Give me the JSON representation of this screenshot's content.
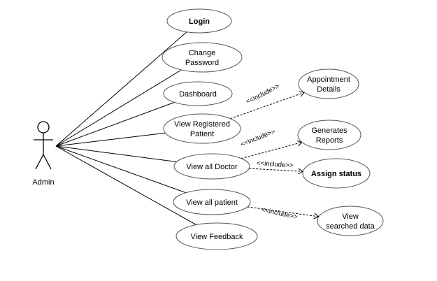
{
  "actor": {
    "label": "Admin"
  },
  "use_cases": [
    {
      "id": "login",
      "lines": [
        "Login"
      ],
      "bold": true
    },
    {
      "id": "change-password",
      "lines": [
        "Change",
        "Password"
      ],
      "bold": false
    },
    {
      "id": "dashboard",
      "lines": [
        "Dashboard"
      ],
      "bold": false
    },
    {
      "id": "view-registered-patient",
      "lines": [
        "View Registered",
        "Patient"
      ],
      "bold": false
    },
    {
      "id": "view-all-doctor",
      "lines": [
        "View all Doctor"
      ],
      "bold": false
    },
    {
      "id": "view-all-patient",
      "lines": [
        "View all patient"
      ],
      "bold": false
    },
    {
      "id": "view-feedback",
      "lines": [
        "View Feedback"
      ],
      "bold": false
    },
    {
      "id": "appointment-details",
      "lines": [
        "Appointment",
        "Details"
      ],
      "bold": false
    },
    {
      "id": "generates-reports",
      "lines": [
        "Generates",
        "Reports"
      ],
      "bold": false
    },
    {
      "id": "assign-status",
      "lines": [
        "Assign status"
      ],
      "bold": true
    },
    {
      "id": "view-searched-data",
      "lines": [
        "View",
        "searched data"
      ],
      "bold": false
    }
  ],
  "associations": [
    "login",
    "change-password",
    "dashboard",
    "view-registered-patient",
    "view-all-doctor",
    "view-all-patient",
    "view-feedback"
  ],
  "includes": [
    {
      "from": "view-registered-patient",
      "to": "appointment-details",
      "label": "<<include>>"
    },
    {
      "from": "view-all-doctor",
      "to": "generates-reports",
      "label": "<<include>>"
    },
    {
      "from": "view-all-doctor",
      "to": "assign-status",
      "label": "<<include>>"
    },
    {
      "from": "view-all-patient",
      "to": "view-searched-data",
      "label": "<<include>>"
    }
  ]
}
